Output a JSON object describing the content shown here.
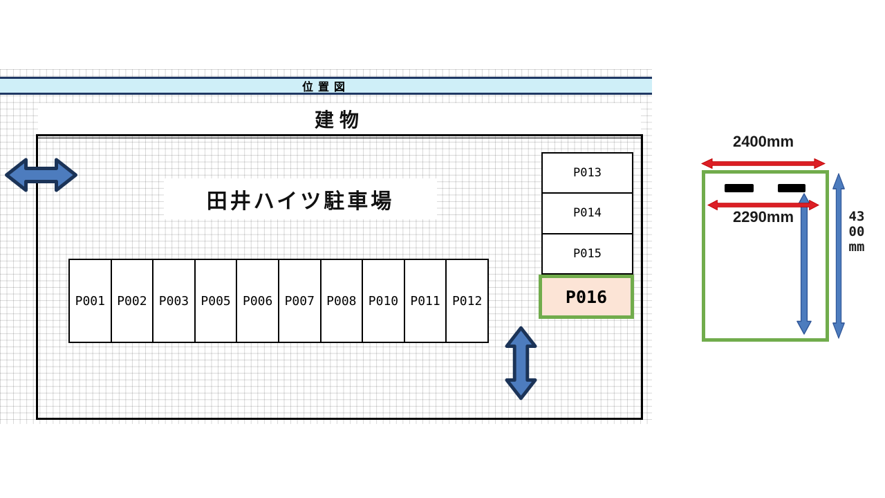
{
  "title_banner": {
    "label": "位置図"
  },
  "site_plan": {
    "building_label": "建物",
    "lot_name": "田井ハイツ駐車場",
    "row_spaces": [
      "P001",
      "P002",
      "P003",
      "P005",
      "P006",
      "P007",
      "P008",
      "P010",
      "P011",
      "P012"
    ],
    "column_spaces": [
      "P013",
      "P014",
      "P015"
    ],
    "highlighted_space": "P016"
  },
  "detail_diagram": {
    "outer_width_label": "2400mm",
    "inner_width_label": "2290mm",
    "height_label": "4300mm"
  },
  "colors": {
    "banner_fill": "#CFEFF8",
    "banner_border": "#1F3864",
    "arrow_blue_fill": "#4D7CBE",
    "arrow_blue_outline": "#1B3357",
    "arrow_red_fill": "#DC1F26",
    "arrow_red_outline": "#C00000",
    "stall_green": "#71AC4C",
    "highlight_fill": "#FCE4D6"
  }
}
